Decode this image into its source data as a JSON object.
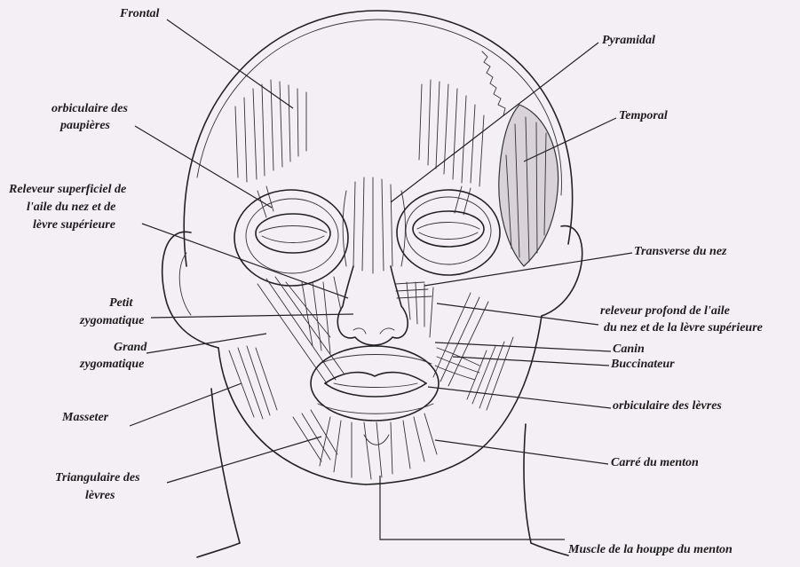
{
  "labels": {
    "frontal": "Frontal",
    "orbiculaire_paupieres": [
      "orbiculaire des",
      "paupières"
    ],
    "releveur_superficiel": [
      "Releveur superficiel de",
      "l'aile du nez et de",
      "lèvre supérieure"
    ],
    "petit_zygomatique": [
      "Petit",
      "zygomatique"
    ],
    "grand_zygomatique": [
      "Grand",
      "zygomatique"
    ],
    "masseter": "Masseter",
    "triangulaire": [
      "Triangulaire des",
      "lèvres"
    ],
    "pyramidal": "Pyramidal",
    "temporal": "Temporal",
    "transverse": "Transverse du nez",
    "releveur_profond": [
      "releveur profond de l'aile",
      "du nez et de la lèvre supérieure"
    ],
    "canin": "Canin",
    "buccinateur": "Buccinateur",
    "orbiculaire_levres": "orbiculaire des lèvres",
    "carre_menton": "Carré du menton",
    "houppe_menton": "Muscle de la houppe du menton"
  }
}
